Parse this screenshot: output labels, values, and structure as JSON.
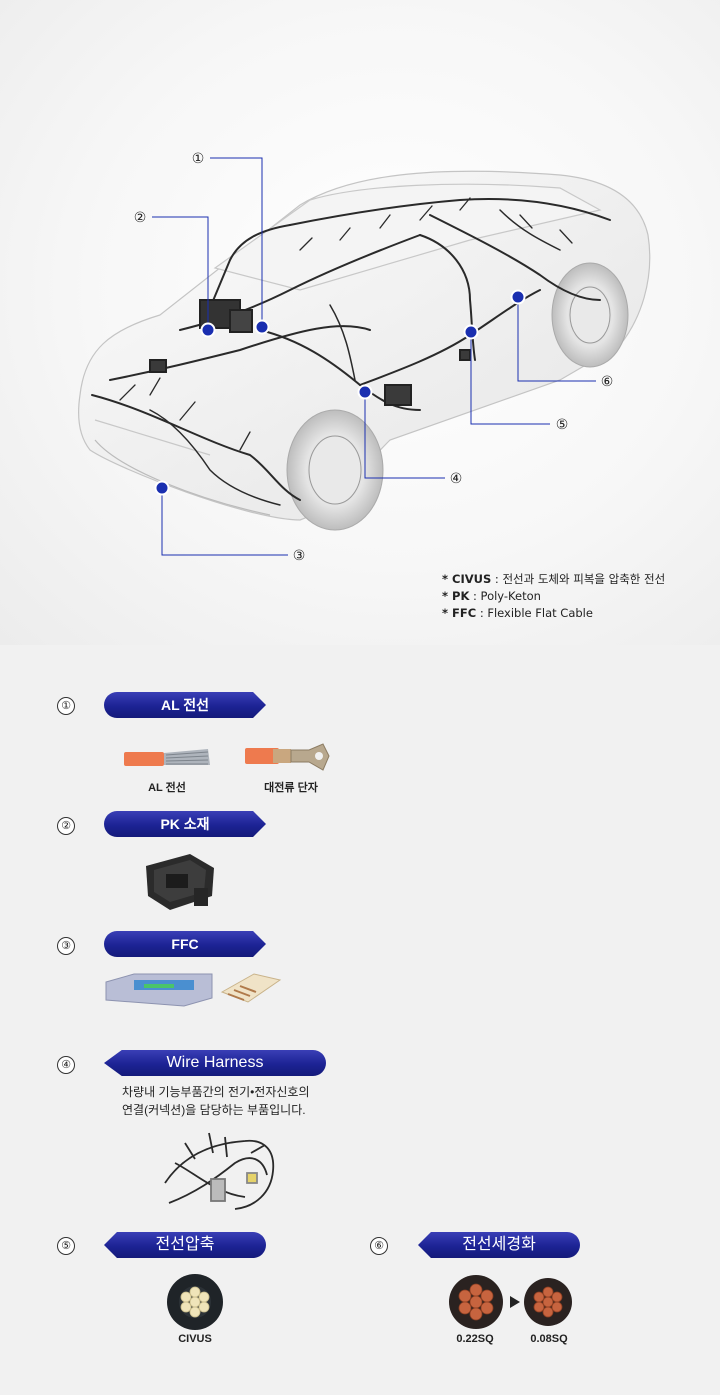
{
  "callouts": [
    {
      "num": "①"
    },
    {
      "num": "②"
    },
    {
      "num": "③"
    },
    {
      "num": "④"
    },
    {
      "num": "⑤"
    },
    {
      "num": "⑥"
    }
  ],
  "notes": [
    {
      "key": "* CIVUS",
      "text": " : 전선과 도체와 피복을 압축한 전선"
    },
    {
      "key": "* PK",
      "text": " : Poly-Keton"
    },
    {
      "key": "* FFC",
      "text": " : Flexible Flat Cable"
    }
  ],
  "sections": {
    "s1": {
      "num": "①",
      "title": "AL 전선",
      "items": [
        "AL 전선",
        "대전류 단자"
      ]
    },
    "s2": {
      "num": "②",
      "title": "PK 소재"
    },
    "s3": {
      "num": "③",
      "title": "FFC"
    },
    "s4": {
      "num": "④",
      "title": "Wire Harness",
      "desc1": "차량내 기능부품간의 전기•전자신호의",
      "desc2": "연결(커넥션)을 담당하는 부품입니다."
    },
    "s5": {
      "num": "⑤",
      "title": "전선압축",
      "caption": "CIVUS"
    },
    "s6": {
      "num": "⑥",
      "title": "전선세경화",
      "caption_a": "0.22SQ",
      "caption_b": "0.08SQ"
    }
  },
  "colors": {
    "accent": "#1c2394",
    "dot": "#1a2fb0",
    "wire": "#2a2a2a"
  }
}
